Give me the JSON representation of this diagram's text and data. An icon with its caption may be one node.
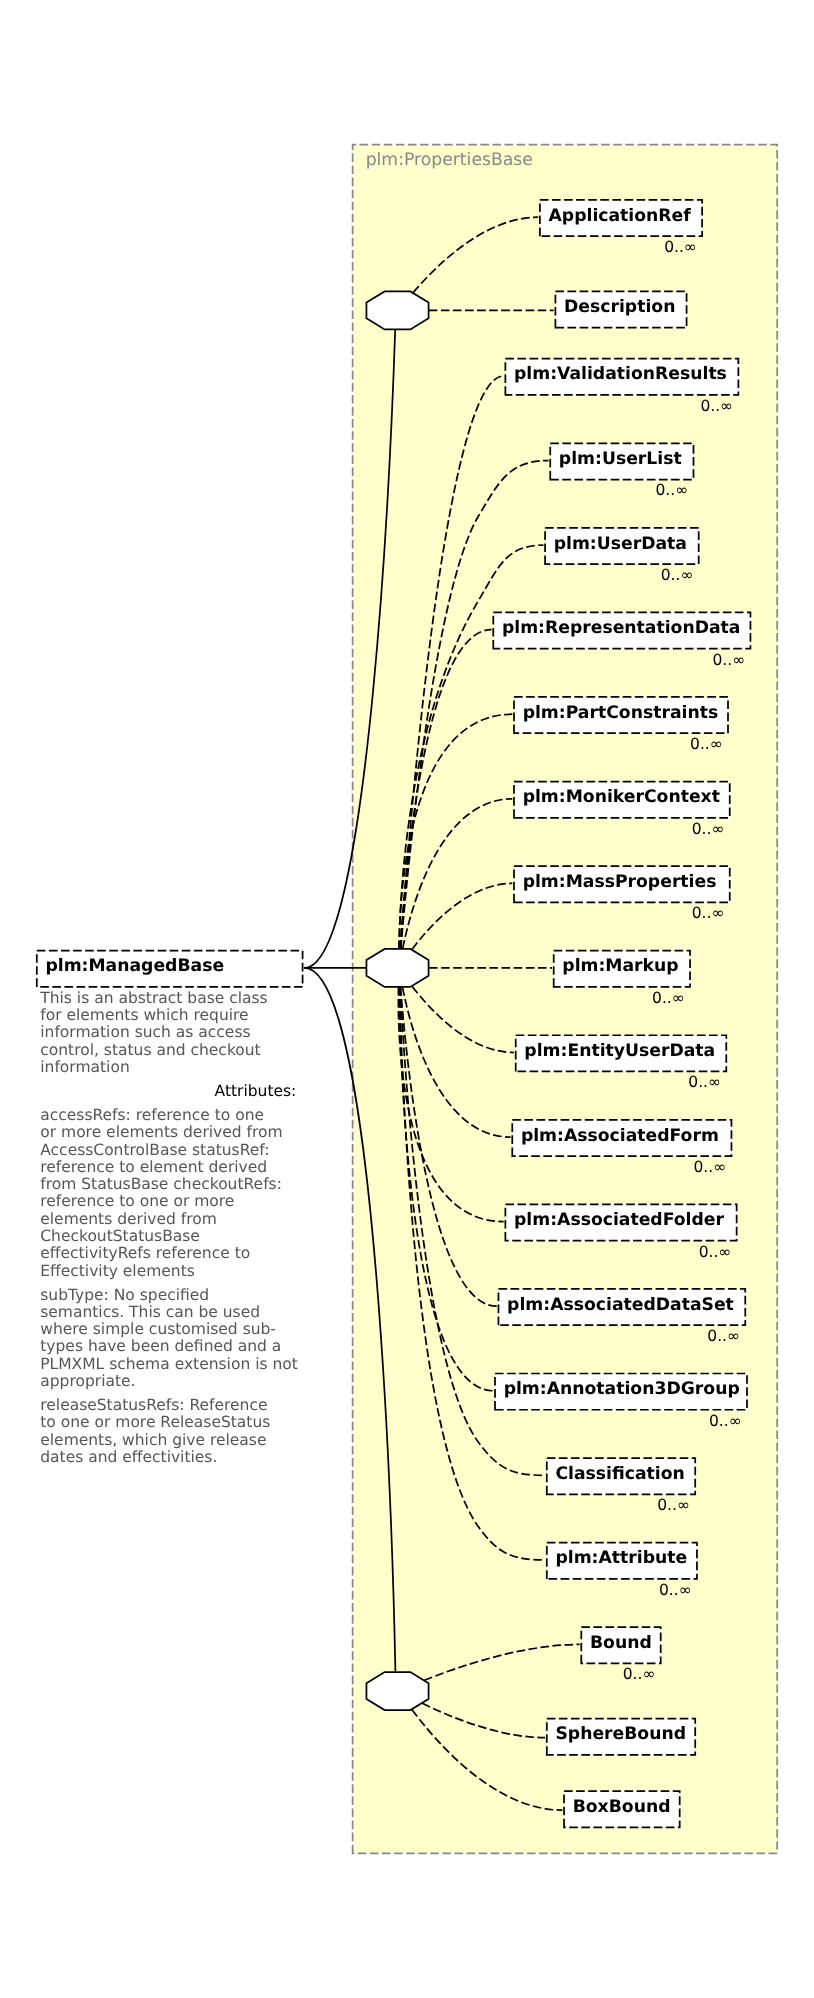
{
  "diagram": {
    "nodes": [
      {
        "text": [
          "plm:ManagedBase"
        ],
        "beside": [
          "This is an abstract base class for elements which require information such as access control, status and checkout information",
          "Attributes:",
          "accessRefs: reference to one or more elements derived from AccessControlBase statusRef: reference to element derived from StatusBase checkoutRefs: reference to one or more elements derived from CheckoutStatusBase effectivityRefs reference to Effectivity elements",
          "subType: No specified semantics. This can be used where simple customised sub-types have been defined and a PLMXML schema extension is not appropriate.",
          "releaseStatusRefs: Reference to one or more ReleaseStatus elements, which give release dates and effectivities."
        ]
      },
      {
        "text": [
          "plm:PropertiesBase"
        ]
      },
      {
        "text": [],
        "shape": "octagon",
        "in": 1
      },
      {
        "text": [
          "Description"
        ],
        "in": 1
      },
      {
        "text": [
          "ApplicationRef"
        ],
        "in": 1,
        "beside": [
          "0..∞"
        ]
      },
      {
        "text": [],
        "shape": "octagon",
        "in": 1
      },
      {
        "text": [
          "plm:Attribute"
        ],
        "in": 1,
        "beside": [
          "0..∞"
        ]
      },
      {
        "text": [
          "Classification"
        ],
        "in": 1,
        "beside": [
          "0..∞"
        ]
      },
      {
        "text": [
          "plm:Annotation3DGroup"
        ],
        "in": 1,
        "beside": [
          "0..∞"
        ]
      },
      {
        "text": [
          "plm:AssociatedDataSet"
        ],
        "in": 1,
        "beside": [
          "0..∞"
        ]
      },
      {
        "text": [
          "plm:AssociatedFolder"
        ],
        "in": 1,
        "beside": [
          "0..∞"
        ]
      },
      {
        "text": [
          "plm:AssociatedForm"
        ],
        "in": 1,
        "beside": [
          "0..∞"
        ]
      },
      {
        "text": [
          "plm:EntityUserData"
        ],
        "in": 1,
        "beside": [
          "0..∞"
        ]
      },
      {
        "text": [
          "plm:Markup"
        ],
        "in": 1,
        "beside": [
          "0..∞"
        ]
      },
      {
        "text": [
          "plm:MassProperties"
        ],
        "in": 1,
        "beside": [
          "0..∞"
        ]
      },
      {
        "text": [
          "plm:MonikerContext"
        ],
        "in": 1,
        "beside": [
          "0..∞"
        ]
      },
      {
        "text": [
          "plm:PartConstraints"
        ],
        "in": 1,
        "beside": [
          "0..∞"
        ]
      },
      {
        "text": [
          "plm:RepresentationData"
        ],
        "in": 1,
        "beside": [
          "0..∞"
        ]
      },
      {
        "text": [
          "plm:UserData"
        ],
        "in": 1,
        "beside": [
          "0..∞"
        ]
      },
      {
        "text": [
          "plm:UserList"
        ],
        "in": 1,
        "beside": [
          "0..∞"
        ]
      },
      {
        "text": [
          "plm:ValidationResults"
        ],
        "in": 1,
        "beside": [
          "0..∞"
        ]
      },
      {
        "text": [],
        "shape": "octagon",
        "in": 1
      },
      {
        "text": [
          "BoxBound"
        ],
        "in": 1
      },
      {
        "text": [
          "SphereBound"
        ],
        "in": 1
      },
      {
        "text": [
          "Bound"
        ],
        "in": 1,
        "beside": [
          "0..∞"
        ]
      }
    ],
    "edges": [
      {
        "from": 0,
        "to": 2,
        "arrow": "none"
      },
      {
        "from": 0,
        "to": 5,
        "arrow": "none"
      },
      {
        "from": 0,
        "to": 21,
        "arrow": "none"
      },
      {
        "from": 2,
        "to": 3,
        "arrow": "none",
        "style": "dashed"
      },
      {
        "from": 2,
        "to": 4,
        "arrow": "none",
        "style": "dashed"
      },
      {
        "from": 5,
        "to": 6,
        "arrow": "none",
        "style": "dashed"
      },
      {
        "from": 5,
        "to": 7,
        "arrow": "none",
        "style": "dashed"
      },
      {
        "from": 5,
        "to": 8,
        "arrow": "none",
        "style": "dashed"
      },
      {
        "from": 5,
        "to": 9,
        "arrow": "none",
        "style": "dashed"
      },
      {
        "from": 5,
        "to": 10,
        "arrow": "none",
        "style": "dashed"
      },
      {
        "from": 5,
        "to": 11,
        "arrow": "none",
        "style": "dashed"
      },
      {
        "from": 5,
        "to": 12,
        "arrow": "none",
        "style": "dashed"
      },
      {
        "from": 5,
        "to": 13,
        "arrow": "none",
        "style": "dashed"
      },
      {
        "from": 5,
        "to": 14,
        "arrow": "none",
        "style": "dashed"
      },
      {
        "from": 5,
        "to": 15,
        "arrow": "none",
        "style": "dashed"
      },
      {
        "from": 5,
        "to": 16,
        "arrow": "none",
        "style": "dashed"
      },
      {
        "from": 5,
        "to": 17,
        "arrow": "none",
        "style": "dashed"
      },
      {
        "from": 5,
        "to": 18,
        "arrow": "none",
        "style": "dashed"
      },
      {
        "from": 5,
        "to": 19,
        "arrow": "none",
        "style": "dashed"
      },
      {
        "from": 5,
        "to": 20,
        "arrow": "none",
        "style": "dashed"
      },
      {
        "from": 21,
        "to": 22,
        "arrow": "none",
        "style": "dashed"
      },
      {
        "from": 21,
        "to": 23,
        "arrow": "none",
        "style": "dashed"
      },
      {
        "from": 21,
        "to": 24,
        "arrow": "none",
        "style": "dashed"
      }
    ]
  }
}
